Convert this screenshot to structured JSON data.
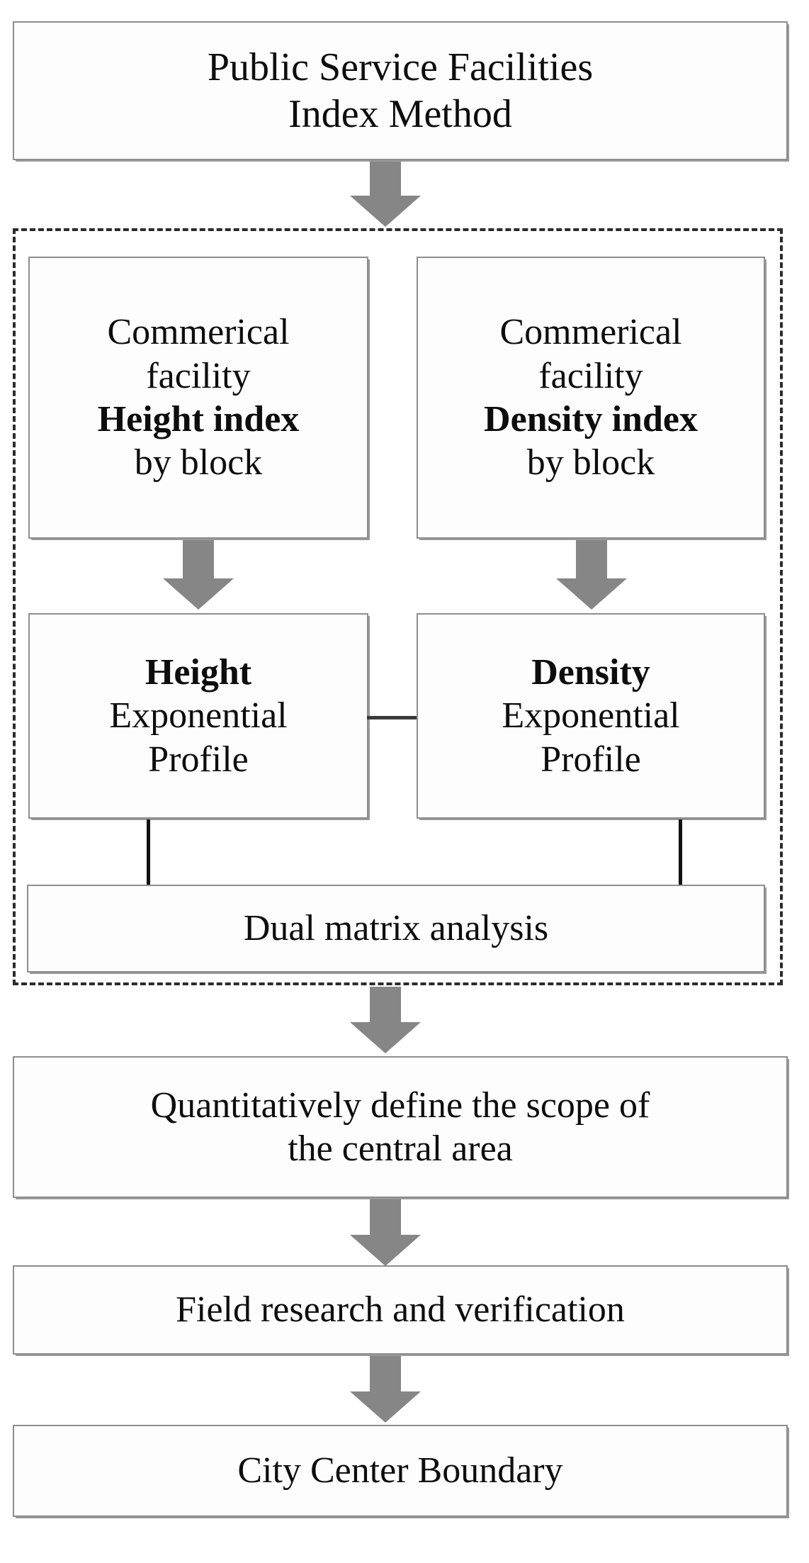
{
  "diagram": {
    "title_node": {
      "name": "public-service-facilities-index-method",
      "lines": [
        "Public Service Facilities",
        "Index Method"
      ]
    },
    "grouped_stage": {
      "height_index_node": {
        "name": "commerical-facility-height-index-by-block",
        "lines": [
          {
            "text": "Commerical",
            "bold": false
          },
          {
            "text": "facility",
            "bold": false
          },
          {
            "text": "Height index",
            "bold": true
          },
          {
            "text": "by block",
            "bold": false
          }
        ]
      },
      "density_index_node": {
        "name": "commerical-facility-density-index-by-block",
        "lines": [
          {
            "text": "Commerical",
            "bold": false
          },
          {
            "text": "facility",
            "bold": false
          },
          {
            "text": "Density index",
            "bold": true
          },
          {
            "text": "by block",
            "bold": false
          }
        ]
      },
      "height_profile_node": {
        "name": "height-exponential-profile",
        "lines": [
          {
            "text": "Height",
            "bold": true
          },
          {
            "text": "Exponential",
            "bold": false
          },
          {
            "text": "Profile",
            "bold": false
          }
        ]
      },
      "density_profile_node": {
        "name": "density-exponential-profile",
        "lines": [
          {
            "text": "Density",
            "bold": true
          },
          {
            "text": "Exponential",
            "bold": false
          },
          {
            "text": "Profile",
            "bold": false
          }
        ]
      },
      "dual_matrix_node": {
        "name": "dual-matrix-analysis",
        "lines": [
          "Dual matrix analysis"
        ]
      }
    },
    "scope_node": {
      "name": "quantitatively-define-scope",
      "lines": [
        "Quantitatively define the scope of",
        "the central area"
      ]
    },
    "field_research_node": {
      "name": "field-research-and-verification",
      "lines": [
        "Field research and verification"
      ]
    },
    "city_center_node": {
      "name": "city-center-boundary",
      "lines": [
        "City Center Boundary"
      ]
    },
    "colors": {
      "arrow_gray": "#868686",
      "box_border_gray": "#8d8d8d",
      "dashed_border": "#2b2b2b",
      "text": "#0d0d0d",
      "background": "#ffffff"
    }
  }
}
